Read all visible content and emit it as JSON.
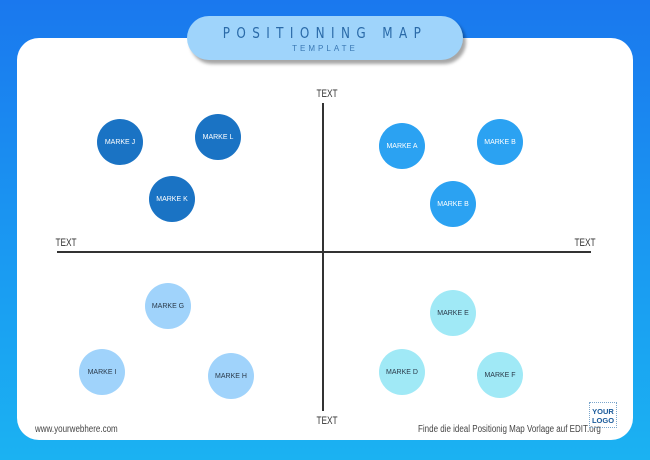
{
  "title": "POSITIONING MAP",
  "subtitle": "TEMPLATE",
  "axis_labels": {
    "top": "TEXT",
    "bottom": "TEXT",
    "left": "TEXT",
    "right": "TEXT"
  },
  "brands": [
    {
      "label": "MARKE J",
      "color": "#1a73c4"
    },
    {
      "label": "MARKE L",
      "color": "#1a73c4"
    },
    {
      "label": "MARKE K",
      "color": "#1a73c4"
    },
    {
      "label": "MARKE A",
      "color": "#2ba2f2"
    },
    {
      "label": "MARKE B",
      "color": "#2ba2f2"
    },
    {
      "label": "MARKE B",
      "color": "#2ba2f2"
    },
    {
      "label": "MARKE G",
      "color": "#a0d3fb"
    },
    {
      "label": "MARKE I",
      "color": "#a0d3fb"
    },
    {
      "label": "MARKE H",
      "color": "#a0d3fb"
    },
    {
      "label": "MARKE E",
      "color": "#a0e9f6"
    },
    {
      "label": "MARKE D",
      "color": "#a0e9f6"
    },
    {
      "label": "MARKE F",
      "color": "#a0e9f6"
    }
  ],
  "footer": {
    "website": "www.yourwebhere.com",
    "note": "Finde die ideal Positionig Map Vorlage auf EDIT.org",
    "logo": "YOUR LOGO"
  }
}
